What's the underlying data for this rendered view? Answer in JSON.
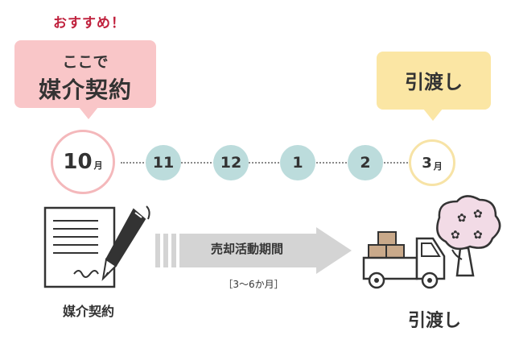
{
  "recommend": "おすすめ！",
  "contract_bubble": {
    "line1": "ここで",
    "line2": "媒介契約"
  },
  "handover_bubble": {
    "text": "引渡し"
  },
  "timeline": {
    "start": {
      "number": "10",
      "unit": "月"
    },
    "months": [
      "11",
      "12",
      "1",
      "2"
    ],
    "end": {
      "number": "3",
      "unit": "月"
    }
  },
  "colors": {
    "accent_red": "#c0213d",
    "pink": "#f9c6c8",
    "yellow": "#fbe6a4",
    "teal": "#bcdcdc",
    "arrow_gray": "#d4d4d4"
  },
  "icons": [
    "contract-document-icon",
    "fountain-pen-icon",
    "delivery-truck-icon",
    "cherry-blossom-tree-icon"
  ],
  "labels": {
    "contract": "媒介契約",
    "sales_period": "売却活動期間",
    "sales_period_duration": "［3〜6か月］",
    "handover": "引渡し"
  }
}
